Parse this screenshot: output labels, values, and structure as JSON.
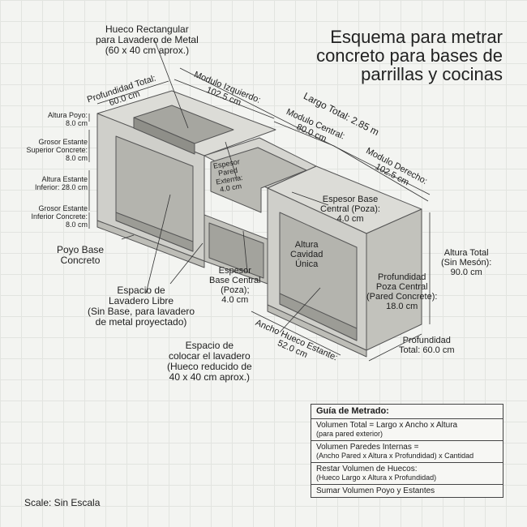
{
  "title_lines": [
    "Esquema para metrar",
    "concreto para bases de",
    "parrillas y cocinas"
  ],
  "labels": {
    "hueco_rect": [
      "Hueco Rectangular",
      "para Lavadero de Metal",
      "(60 x 40 cm aprox.)"
    ],
    "profundidad_total_top": [
      "Profundidad Total:",
      "60.0 cm"
    ],
    "modulo_izq": [
      "Modulo Izquierdo:",
      "102.5 cm"
    ],
    "largo_total": "Largo Total: 2.85 m",
    "modulo_central": [
      "Modulo Central:",
      "80.0 cm"
    ],
    "modulo_derecho": [
      "Modulo Derecho:",
      "102.5 cm"
    ],
    "altura_poyo": [
      "Altura Poyo:",
      "8.0 cm"
    ],
    "grosor_sup": [
      "Grosor Estante",
      "Superior Concrete:",
      "8.0 cm"
    ],
    "altura_estante_inf": [
      "Altura Estante",
      "Inferior: 28.0 cm"
    ],
    "grosor_inf": [
      "Grosor Estante",
      "Inferior Concrete:",
      "8.0 cm"
    ],
    "espesor_pared_ext": [
      "Espesor",
      "Pared",
      "Externa:",
      "4.0 cm"
    ],
    "espesor_base_central_top": [
      "Espesor Base",
      "Central (Poza):",
      "4.0 cm"
    ],
    "poyo_base": [
      "Poyo Base",
      "Concreto"
    ],
    "altura_cavidad": [
      "Altura",
      "Cavidad",
      "Única"
    ],
    "altura_total": [
      "Altura Total",
      "(Sin Mesón):",
      "90.0 cm"
    ],
    "espesor_base_central_mid": [
      "Espesor",
      "Base Central",
      "(Poza);",
      "4.0 cm"
    ],
    "profundidad_poza": [
      "Profundidad",
      "Poza Central",
      "(Pared Concrete):",
      "18.0 cm"
    ],
    "espacio_lavadero_libre": [
      "Espacio de",
      "Lavadero Libre",
      "(Sin Base, para lavadero",
      "de metal proyectado)"
    ],
    "ancho_hueco": [
      "Ancho Hueco Estante:",
      "52.0 cm"
    ],
    "profundidad_total_bottom": [
      "Profundidad",
      "Total: 60.0 cm"
    ],
    "espacio_colocar": [
      "Espacio de",
      "colocar el lavadero",
      "(Hueco reducido de",
      "40 x 40 cm aprox.)"
    ]
  },
  "guide": {
    "heading": "Guía de Metrado:",
    "rows": [
      {
        "main": "Volumen Total = Largo x Ancho x Altura",
        "sub": "(para pared exterior)"
      },
      {
        "main": "Volumen Paredes Internas =",
        "sub": "(Ancho Pared x Altura x Profundidad) x Cantidad"
      },
      {
        "main": "Restar Volumen de Huecos:",
        "sub": "(Hueco Largo x Altura x Profundidad)"
      },
      {
        "main": "Sumar Volumen Poyo y Estantes",
        "sub": ""
      }
    ]
  },
  "scale": "Scale: Sin Escala",
  "colors": {
    "concrete_light": "#d9d9d4",
    "concrete_mid": "#c7c7c1",
    "concrete_dark": "#a9a9a3",
    "line": "#333333"
  }
}
